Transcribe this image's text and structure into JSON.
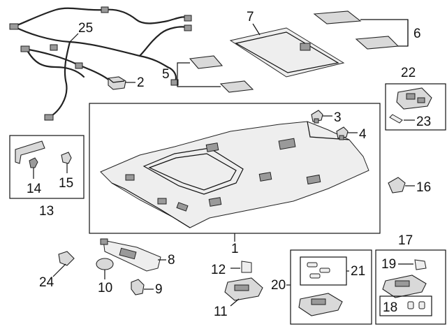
{
  "callouts": {
    "c1": "1",
    "c2": "2",
    "c3": "3",
    "c4": "4",
    "c5": "5",
    "c6": "6",
    "c7": "7",
    "c8": "8",
    "c9": "9",
    "c10": "10",
    "c11": "11",
    "c12": "12",
    "c13": "13",
    "c14": "14",
    "c15": "15",
    "c16": "16",
    "c17": "17",
    "c18": "18",
    "c19": "19",
    "c20": "20",
    "c21": "21",
    "c22": "22",
    "c23": "23",
    "c24": "24",
    "c25": "25"
  },
  "colors": {
    "line": "#111111",
    "part_fill": "#d9d9d9",
    "background": "#ffffff"
  }
}
